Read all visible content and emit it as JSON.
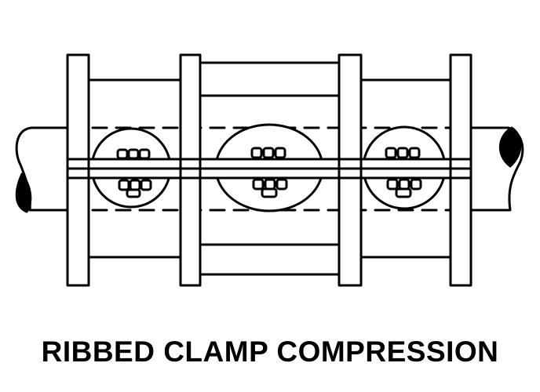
{
  "figure": {
    "caption": "RIBBED CLAMP COMPRESSION",
    "subject": "ribbed-clamp-compression-fitting",
    "colors": {
      "line": "#000000",
      "fill": "#000000",
      "background": "#ffffff"
    },
    "clamps": [
      {
        "id": "clamp-left",
        "nut_count": 2
      },
      {
        "id": "clamp-center",
        "nut_count": 2
      },
      {
        "id": "clamp-right",
        "nut_count": 2
      }
    ]
  }
}
